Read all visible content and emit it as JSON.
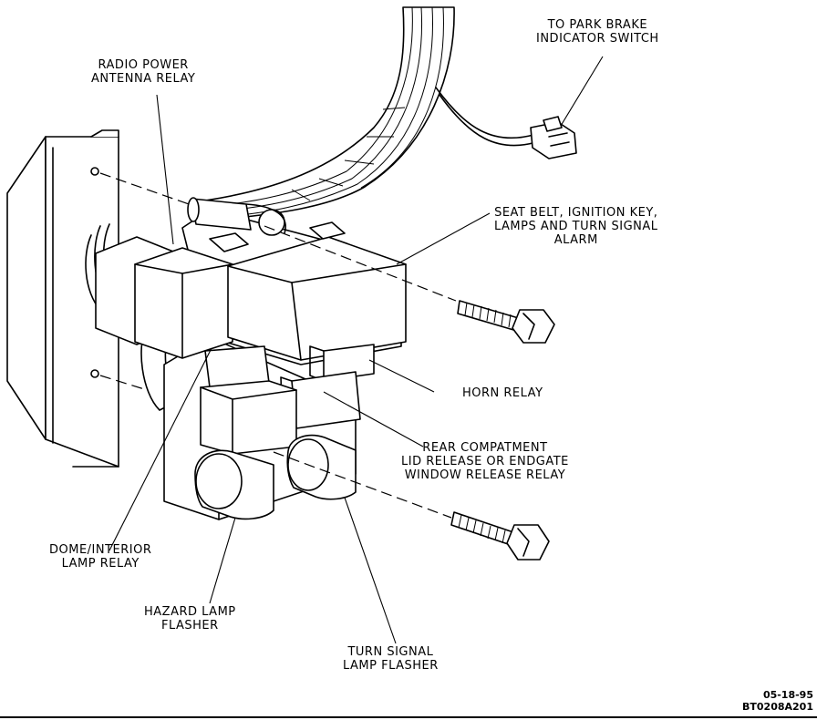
{
  "labels": {
    "park_brake": [
      "TO PARK BRAKE",
      "INDICATOR SWITCH"
    ],
    "radio_relay": [
      "RADIO POWER",
      "ANTENNA RELAY"
    ],
    "seat_belt": [
      "SEAT BELT, IGNITION KEY,",
      "LAMPS AND TURN SIGNAL",
      "ALARM"
    ],
    "horn_relay": [
      "HORN RELAY"
    ],
    "rear_compartment": [
      "REAR COMPATMENT",
      "LID RELEASE OR ENDGATE",
      "WINDOW RELEASE RELAY"
    ],
    "dome_interior": [
      "DOME/INTERIOR",
      "LAMP RELAY"
    ],
    "hazard_flasher": [
      "HAZARD LAMP",
      "FLASHER"
    ],
    "turn_signal_flasher": [
      "TURN SIGNAL",
      "LAMP FLASHER"
    ]
  },
  "figure_ref": {
    "date": "05-18-95",
    "code": "BT0208A201"
  }
}
